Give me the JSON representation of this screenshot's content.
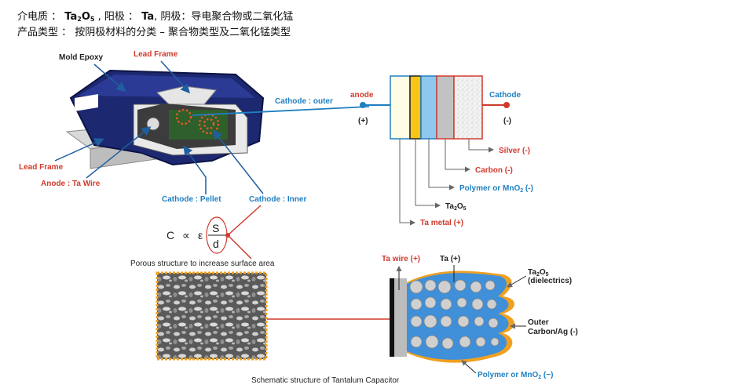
{
  "header": {
    "line1_prefix": "介电质 ： ",
    "line1_ta": "Ta",
    "line1_sub2": "2",
    "line1_o": "O",
    "line1_sub5": "5",
    "line1_mid": " , 阳极 ： ",
    "line1_ta2": "Ta",
    "line1_suffix": ", 阴极：导电聚合物或二氧化锰",
    "line2": "产品类型 ： 按阴极材料的分类 – 聚合物类型及二氧化锰类型"
  },
  "package": {
    "mold_epoxy": "Mold Epoxy",
    "lead_frame_top": "Lead Frame",
    "lead_frame_left": "Lead Frame",
    "anode_wire": "Anode : Ta Wire",
    "cathode_pellet": "Cathode : Pellet",
    "cathode_inner": "Cathode : Inner",
    "cathode_outer": "Cathode : outer"
  },
  "layers": {
    "anode": "anode",
    "anode_sign": "(+)",
    "cathode": "Cathode",
    "cathode_sign": "(-)",
    "silver": "Silver (-)",
    "carbon": "Carbon (-)",
    "polymer_prefix": "Polymer or MnO",
    "polymer_sub": "2",
    "polymer_suffix": " (-)",
    "ta2o5_base": "Ta",
    "ta2o5_sub2": "2",
    "ta2o5_o": "O",
    "ta2o5_sub5": "5",
    "ta_metal": "Ta metal (+)",
    "colors": {
      "ta_metal": "#fdfbe3",
      "ta2o5": "#f7c51a",
      "polymer": "#8ec8ef",
      "carbon": "#c2c2c2",
      "silver": "#efefef"
    }
  },
  "formula": {
    "c": "C",
    "prop": "∝",
    "eps": "ε",
    "s": "S",
    "d": "d",
    "porous": "Porous structure to increase surface area"
  },
  "schematic": {
    "ta_wire": "Ta wire (+)",
    "ta": "Ta (+)",
    "ta2o5_base": "Ta",
    "ta2o5_sub2": "2",
    "ta2o5_o": "O",
    "ta2o5_sub5": "5",
    "dielectrics": "(dielectrics)",
    "outer1": "Outer",
    "outer2": "Carbon/Ag (-)",
    "polymer_prefix": "Polymer or MnO",
    "polymer_sub": "2",
    "polymer_suffix": " (−)",
    "caption": "Schematic structure of Tantalum Capacitor"
  }
}
